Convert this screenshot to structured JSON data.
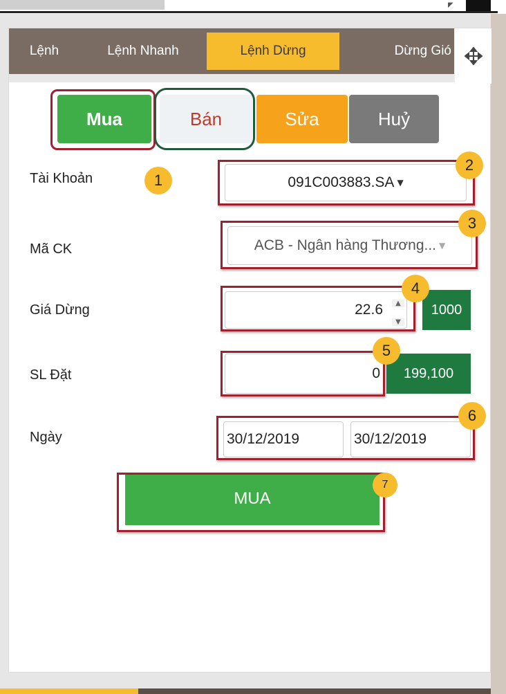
{
  "tabs": [
    {
      "label": "Lệnh",
      "active": false
    },
    {
      "label": "Lệnh Nhanh",
      "active": false
    },
    {
      "label": "Lệnh Dừng",
      "active": true
    },
    {
      "label": "Dừng Gió",
      "active": false
    }
  ],
  "actions": {
    "mua": "Mua",
    "ban": "Bán",
    "sua": "Sửa",
    "huy": "Huỷ"
  },
  "form": {
    "account": {
      "label": "Tài Khoản",
      "value": "091C003883.SA"
    },
    "symbol": {
      "label": "Mã CK",
      "value": "ACB - Ngân hàng Thương..."
    },
    "stop_price": {
      "label": "Giá Dừng",
      "value": "22.6",
      "step_button": "1000"
    },
    "quantity": {
      "label": "SL Đặt",
      "value": "0",
      "max_button": "199,100"
    },
    "date": {
      "label": "Ngày",
      "from": "30/12/2019",
      "to": "30/12/2019"
    }
  },
  "submit": {
    "label": "MUA"
  },
  "badges": [
    "1",
    "2",
    "3",
    "4",
    "5",
    "6",
    "7"
  ],
  "colors": {
    "tab_bar": "#7a6c62",
    "tab_active": "#f7bc2e",
    "buy": "#3fae49",
    "sell_text": "#c0392b",
    "edit": "#f6a21a",
    "cancel": "#7a7a7a",
    "dark_green": "#1f7a3f",
    "highlight_red": "#a02030",
    "badge": "#f7bc2e"
  }
}
